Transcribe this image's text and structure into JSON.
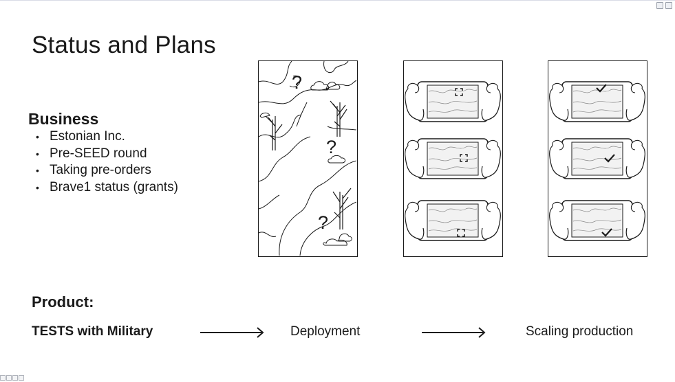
{
  "slide": {
    "title": "Status and Plans"
  },
  "business": {
    "heading": "Business",
    "items": [
      "Estonian Inc.",
      "Pre-SEED round",
      "Taking pre-orders",
      "Brave1 status (grants)"
    ]
  },
  "panels": {
    "map": {
      "marks": [
        "?",
        "?",
        "?"
      ]
    },
    "devices_scanning": {
      "icon": "focus-frame-icon"
    },
    "devices_confirmed": {
      "icon": "checkmark-icon"
    }
  },
  "product": {
    "heading": "Product:",
    "steps": [
      "TESTS with Military",
      "Deployment",
      "Scaling production"
    ]
  },
  "colors": {
    "ink": "#1a1a1a",
    "background": "#ffffff"
  }
}
